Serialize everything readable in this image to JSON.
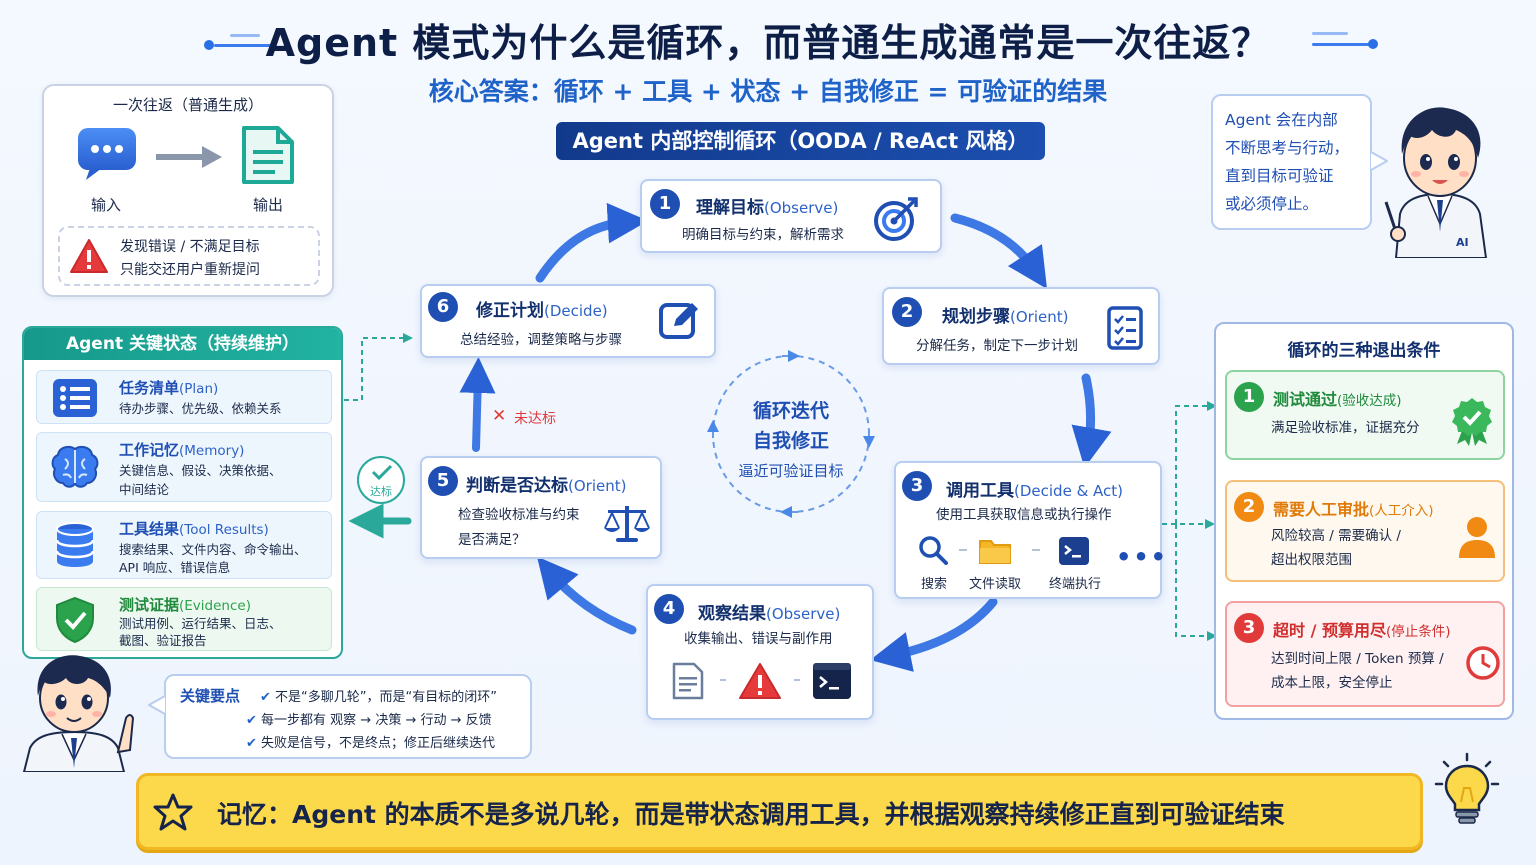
{
  "header": {
    "title": "Agent 模式为什么是循环，而普通生成通常是一次往返？",
    "subtitle": "核心答案：循环 + 工具 + 状态 + 自我修正 = 可验证的结果",
    "loop_banner": "Agent 内部控制循环（OODA / ReAct 风格）"
  },
  "one_way": {
    "title": "一次往返（普通生成）",
    "input_label": "输入",
    "output_label": "输出",
    "warning_line1": "发现错误 / 不满足目标",
    "warning_line2": "只能交还用户重新提问"
  },
  "steps": [
    {
      "num": "1",
      "title": "理解目标",
      "en": "(Observe)",
      "desc": "明确目标与约束，解析需求",
      "icon": "target-icon"
    },
    {
      "num": "2",
      "title": "规划步骤",
      "en": "(Orient)",
      "desc": "分解任务，制定下一步计划",
      "icon": "checklist-icon"
    },
    {
      "num": "3",
      "title": "调用工具",
      "en": "(Decide & Act)",
      "desc": "使用工具获取信息或执行操作",
      "icon": "tools-icon",
      "tools": [
        "搜索",
        "文件读取",
        "终端执行"
      ]
    },
    {
      "num": "4",
      "title": "观察结果",
      "en": "(Observe)",
      "desc": "收集输出、错误与副作用",
      "icon": "observe-icon"
    },
    {
      "num": "5",
      "title": "判断是否达标",
      "en": "(Orient)",
      "desc1": "检查验收标准与约束",
      "desc2": "是否满足？",
      "icon": "scale-icon"
    },
    {
      "num": "6",
      "title": "修正计划",
      "en": "(Decide)",
      "desc": "总结经验，调整策略与步骤",
      "icon": "edit-icon"
    }
  ],
  "loop_center": {
    "line1": "循环迭代",
    "line2": "自我修正",
    "line3": "逼近可验证目标"
  },
  "not_met_label": "未达标",
  "met_label": "达标",
  "state_panel": {
    "title": "Agent 关键状态（持续维护）",
    "items": [
      {
        "title": "任务清单",
        "en": "(Plan)",
        "desc": "待办步骤、优先级、依赖关系",
        "icon": "list-icon"
      },
      {
        "title": "工作记忆",
        "en": "(Memory)",
        "desc1": "关键信息、假设、决策依据、",
        "desc2": "中间结论",
        "icon": "brain-icon"
      },
      {
        "title": "工具结果",
        "en": "(Tool Results)",
        "desc1": "搜索结果、文件内容、命令输出、",
        "desc2": "API 响应、错误信息",
        "icon": "database-icon"
      },
      {
        "title": "测试证据",
        "en": "(Evidence)",
        "desc1": "测试用例、运行结果、日志、",
        "desc2": "截图、验证报告",
        "icon": "shield-check-icon"
      }
    ]
  },
  "exit_panel": {
    "title": "循环的三种退出条件",
    "items": [
      {
        "num": "1",
        "title": "测试通过",
        "sub": "(验收达成)",
        "desc1": "满足验收标准，证据充分",
        "color": "#2ba24c",
        "icon": "badge-check-icon"
      },
      {
        "num": "2",
        "title": "需要人工审批",
        "sub": "(人工介入)",
        "desc1": "风险较高 / 需要确认 /",
        "desc2": "超出权限范围",
        "color": "#f08a12",
        "icon": "person-icon"
      },
      {
        "num": "3",
        "title": "超时 / 预算用尽",
        "sub": "(停止条件)",
        "desc1": "达到时间上限 / Token 预算 /",
        "desc2": "成本上限，安全停止",
        "color": "#e03a3a",
        "icon": "clock-icon"
      }
    ]
  },
  "key_points": {
    "label": "关键要点",
    "lines": [
      "不是“多聊几轮”，而是“有目标的闭环”",
      "每一步都有 观察 → 决策 → 行动 → 反馈",
      "失败是信号，不是终点；修正后继续迭代"
    ]
  },
  "agent_bubble": {
    "line1": "Agent 会在内部",
    "line2": "不断思考与行动，",
    "line3": "直到目标可验证",
    "line4": "或必须停止。"
  },
  "footer": {
    "text": "记忆：Agent 的本质不是多说几轮，而是带状态调用工具，并根据观察持续修正直到可验证结束"
  },
  "avatar_badge": "AI"
}
